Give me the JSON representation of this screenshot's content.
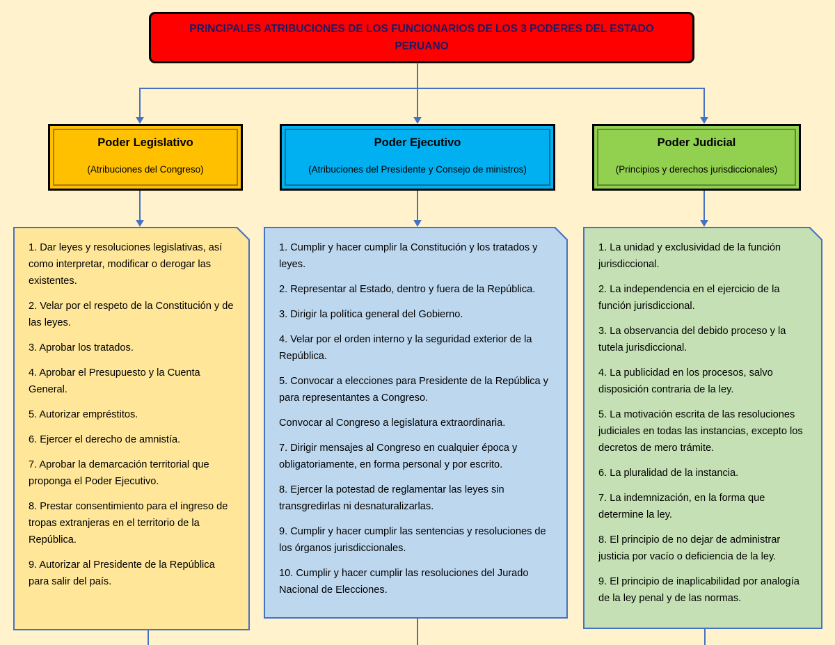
{
  "title": "PRINCIPALES ATRIBUCIONES DE LOS FUNCIONARIOS DE LOS 3 PODERES DEL ESTADO PERUANO",
  "colors": {
    "background": "#fff2cc",
    "title": "#ff0000",
    "legislativo": "#ffc000",
    "ejecutivo": "#00b0f0",
    "judicial": "#92d050",
    "connector": "#4472c4"
  },
  "branches": [
    {
      "heading": "Poder Legislativo",
      "subtitle": "(Atribuciones del Congreso)",
      "items": [
        "1. Dar leyes y resoluciones legislativas, así como interpretar, modificar o derogar las existentes.",
        "2. Velar por el respeto de la Constitución y de las leyes.",
        "3. Aprobar los tratados.",
        "4. Aprobar el Presupuesto y la Cuenta General.",
        "5. Autorizar empréstitos.",
        "6. Ejercer el derecho de amnistía.",
        "7. Aprobar la demarcación territorial que proponga el Poder Ejecutivo.",
        "8. Prestar consentimiento para el ingreso de tropas extranjeras en el territorio de la República.",
        "9. Autorizar al Presidente de la República para salir del país."
      ]
    },
    {
      "heading": "Poder Ejecutivo",
      "subtitle": "(Atribuciones del Presidente y Consejo de ministros)",
      "items": [
        "1. Cumplir y hacer cumplir la Constitución y los tratados y leyes.",
        "2. Representar al Estado, dentro y fuera de la República.",
        "3. Dirigir la política general del Gobierno.",
        "4. Velar por el orden interno y la seguridad exterior de la República.",
        "5. Convocar a elecciones para Presidente de la República y para representantes a Congreso.",
        "Convocar al Congreso a legislatura extraordinaria.",
        "7. Dirigir mensajes al Congreso en cualquier época y obligatoriamente, en forma personal y por escrito.",
        "8. Ejercer la potestad de reglamentar las leyes sin transgredirlas ni desnaturalizarlas.",
        "9. Cumplir y hacer cumplir las sentencias y resoluciones de los órganos jurisdiccionales.",
        "10. Cumplir y hacer cumplir las resoluciones del Jurado Nacional de Elecciones."
      ]
    },
    {
      "heading": "Poder Judicial",
      "subtitle": "(Principios y derechos jurisdiccionales)",
      "items": [
        "1. La unidad y exclusividad de la función jurisdiccional.",
        "2. La independencia en el ejercicio de la función jurisdiccional.",
        "3. La observancia del debido proceso y la tutela jurisdiccional.",
        "4. La publicidad en los procesos, salvo disposición contraria de la ley.",
        "5. La motivación escrita de las resoluciones judiciales en todas las instancias, excepto los decretos de mero trámite.",
        "6. La pluralidad de la instancia.",
        "7. La indemnización, en la forma que determine la ley.",
        "8. El principio de no dejar de administrar justicia por vacío o deficiencia de la ley.",
        "9. El principio de inaplicabilidad por analogía de la ley penal y de las normas."
      ]
    }
  ]
}
